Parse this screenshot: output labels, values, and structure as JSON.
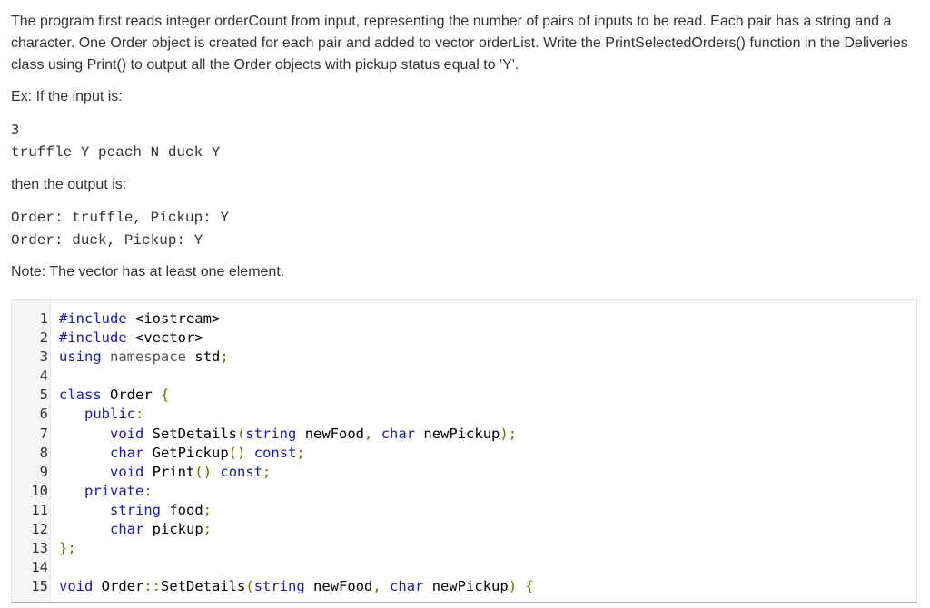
{
  "prompt": {
    "intro": "The program first reads integer orderCount from input, representing the number of pairs of inputs to be read. Each pair has a string and a character. One Order object is created for each pair and added to vector orderList. Write the PrintSelectedOrders() function in the Deliveries class using Print() to output all the Order objects with pickup status equal to 'Y'.",
    "ex_label": "Ex: If the input is:",
    "input_line1": "3",
    "input_line2": "truffle Y peach N duck Y",
    "then_label": "then the output is:",
    "output_line1": "Order: truffle, Pickup: Y",
    "output_line2": "Order: duck, Pickup: Y",
    "note": "Note: The vector has at least one element."
  },
  "editor": {
    "lines": [
      {
        "n": "1",
        "code": "#include <iostream>"
      },
      {
        "n": "2",
        "code": "#include <vector>"
      },
      {
        "n": "3",
        "code": "using namespace std;"
      },
      {
        "n": "4",
        "code": ""
      },
      {
        "n": "5",
        "code": "class Order {"
      },
      {
        "n": "6",
        "code": "   public:"
      },
      {
        "n": "7",
        "code": "      void SetDetails(string newFood, char newPickup);"
      },
      {
        "n": "8",
        "code": "      char GetPickup() const;"
      },
      {
        "n": "9",
        "code": "      void Print() const;"
      },
      {
        "n": "10",
        "code": "   private:"
      },
      {
        "n": "11",
        "code": "      string food;"
      },
      {
        "n": "12",
        "code": "      char pickup;"
      },
      {
        "n": "13",
        "code": "};"
      },
      {
        "n": "14",
        "code": ""
      },
      {
        "n": "15",
        "code": "void Order::SetDetails(string newFood, char newPickup) {"
      }
    ]
  }
}
